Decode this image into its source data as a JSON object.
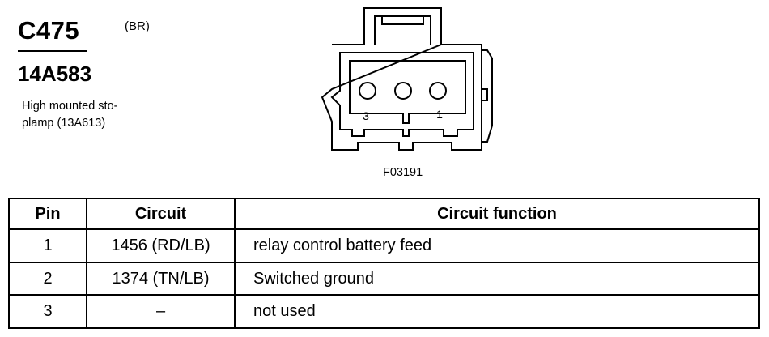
{
  "connector": {
    "id": "C475",
    "color_code": "(BR)",
    "part_number": "14A583",
    "description_line1": "High mounted sto-",
    "description_line2": "plamp (13A613)",
    "figure_code": "F03191",
    "pin_label_left": "3",
    "pin_label_right": "1"
  },
  "table": {
    "headers": [
      "Pin",
      "Circuit",
      "Circuit function"
    ],
    "rows": [
      [
        "1",
        "1456 (RD/LB)",
        "relay control battery feed"
      ],
      [
        "2",
        "1374 (TN/LB)",
        "Switched ground"
      ],
      [
        "3",
        "–",
        "not used"
      ]
    ]
  }
}
